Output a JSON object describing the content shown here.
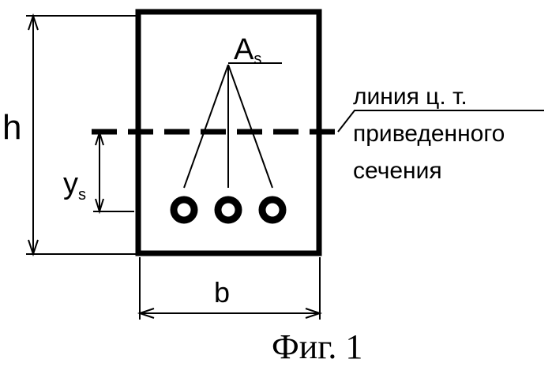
{
  "diagram": {
    "dim_height": "h",
    "dim_width": "b",
    "ys_main": "y",
    "ys_sub": "s",
    "as_main": "A",
    "as_sub": "s",
    "centroid_note_line1": "линия ц. т.",
    "centroid_note_line2": "приведенного",
    "centroid_note_line3": "сечения",
    "caption": "Фиг. 1",
    "bar_count": 3
  },
  "colors": {
    "ink": "#000000",
    "paper": "#ffffff"
  }
}
